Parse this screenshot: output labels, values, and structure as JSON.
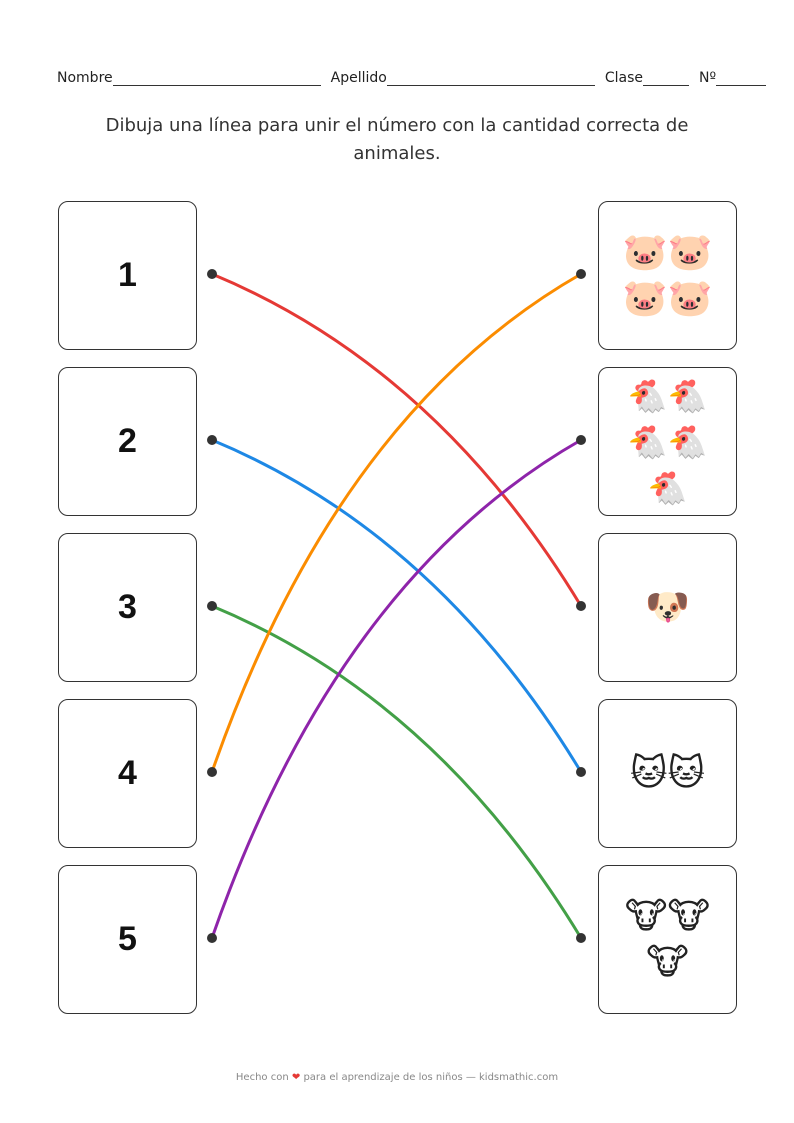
{
  "header": {
    "nombre": "Nombre",
    "apellido": "Apellido",
    "clase": "Clase",
    "numero": "Nº"
  },
  "instructions": "Dibuja una línea para unir el número con la cantidad correcta de animales.",
  "numbers": [
    "1",
    "2",
    "3",
    "4",
    "5"
  ],
  "animal_boxes": [
    {
      "animal": "pig",
      "emoji": "🐷🐷🐷🐷",
      "count": 4
    },
    {
      "animal": "chicken",
      "emoji": "🐔🐔🐔🐔🐔",
      "count": 5
    },
    {
      "animal": "dog",
      "emoji": "🐶",
      "count": 1
    },
    {
      "animal": "cat",
      "emoji": "🐱🐱",
      "count": 2
    },
    {
      "animal": "cow",
      "emoji": "🐮🐮🐮",
      "count": 3
    }
  ],
  "connections": [
    {
      "from": 1,
      "to_row": 3,
      "color": "#e53935"
    },
    {
      "from": 2,
      "to_row": 4,
      "color": "#1e88e5"
    },
    {
      "from": 3,
      "to_row": 5,
      "color": "#43a047"
    },
    {
      "from": 4,
      "to_row": 1,
      "color": "#fb8c00"
    },
    {
      "from": 5,
      "to_row": 2,
      "color": "#8e24aa"
    }
  ],
  "footer": {
    "pre": "Hecho con",
    "heart": "❤",
    "post": "para el aprendizaje de los niños — kidsmathic.com"
  }
}
